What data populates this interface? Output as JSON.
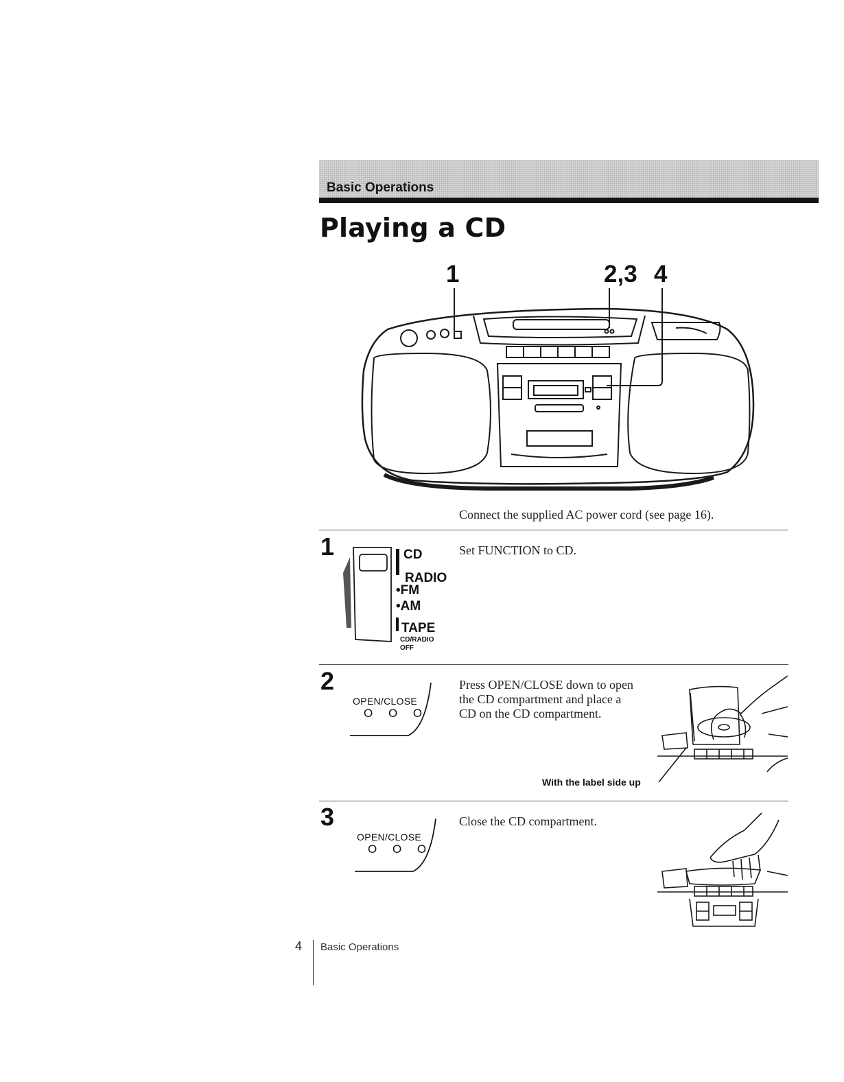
{
  "section": {
    "label": "Basic Operations"
  },
  "page": {
    "title": "Playing a CD"
  },
  "callouts": {
    "c1": "1",
    "c23": "2,3",
    "c4": "4"
  },
  "intro": {
    "text": "Connect the supplied AC power cord (see page 16)."
  },
  "steps": [
    {
      "number": "1",
      "text": "Set FUNCTION to CD.",
      "function_labels": {
        "cd": "CD",
        "radio": "RADIO",
        "fm": "•FM",
        "am": "•AM",
        "tape": "TAPE",
        "cdradio": "CD/RADIO",
        "off": "OFF"
      }
    },
    {
      "number": "2",
      "text": "Press OPEN/CLOSE down to open the CD compartment and place a CD on the CD compartment.",
      "button_label": "OPEN/CLOSE",
      "button_dots": "O O O",
      "caption": "With the label side up"
    },
    {
      "number": "3",
      "text": "Close the CD compartment.",
      "button_label": "OPEN/CLOSE",
      "button_dots": "O O O"
    }
  ],
  "footer": {
    "page_number": "4",
    "section_name": "Basic Operations"
  }
}
